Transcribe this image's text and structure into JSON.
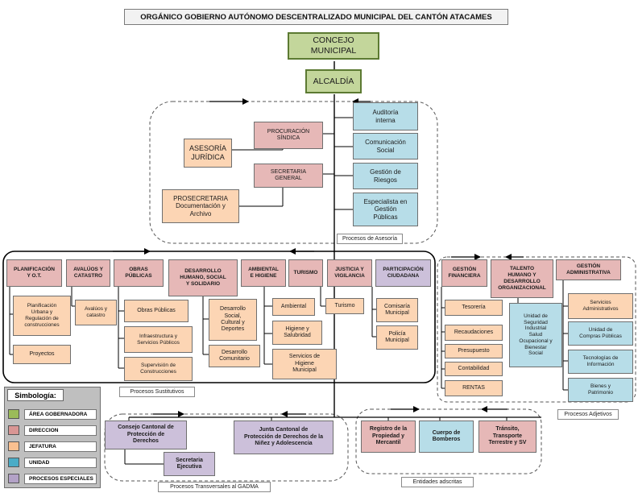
{
  "title": "ORGÁNICO  GOBIERNO AUTÓNOMO DESCENTRALIZADO MUNICIPAL DEL CANTÓN ATACAMES",
  "colors": {
    "area_gobernadora": "#c3d69b",
    "direccion": "#e6b8b7",
    "jefatura": "#fcd5b4",
    "unidad": "#b7dde8",
    "procesos_especiales": "#ccc0da"
  },
  "governing": {
    "concejo": "CONCEJO MUNICIPAL",
    "alcaldia": "ALCALDÍA"
  },
  "asesoria": {
    "procuracion": "PROCURACIÓN\nSÍNDICA",
    "asesoria_juridica": "ASESORÍA\nJURÍDICA",
    "secretaria": "SECRETARIA\nGENERAL",
    "prosecretaria": "PROSECRETARIA\nDocumentación y\nArchivo",
    "auditoria": "Auditoría\ninterna",
    "comunicacion": "Comunicación\nSocial",
    "gestion_riesgos": "Gestión de\nRiesgos",
    "especialista": "Especialista en\nGestión\nPúblicas",
    "label": "Procesos de Asesoría"
  },
  "sustantivos": {
    "label": "Procesos Sustitutivos",
    "directions": [
      "PLANIFICACIÓN\nY O.T.",
      "AVALÚOS Y\nCATASTRO",
      "OBRAS\nPÚBLICAS",
      "DESARROLLO\nHUMANO, SOCIAL\nY SOLIDARIO",
      "AMBIENTAL\nE HIGIENE",
      "TURISMO",
      "JUSTICIA Y\nVIGILANCIA",
      "PARTICIPACIÓN\nCIUDADANA"
    ],
    "units": {
      "planificacion_urbana": "Planificación\nUrbana y\nRegulación de\nconstrucciones",
      "proyectos": "Proyectos",
      "avaluos_catastro": "Avalúos y\ncatastro",
      "obras_publicas": "Obras Públicas",
      "infraestructura": "Infraestructura y\nServicios Públicos",
      "supervision": "Supervisión de\nConstrucciones",
      "desarrollo_social": "Desarrollo\nSocial,\nCultural y\nDeportes",
      "desarrollo_comunitario": "Desarrollo\nComunitario",
      "ambiental": "Ambiental",
      "higiene": "Higiene y\nSalubridad",
      "servicios_higiene": "Servicios de\nHigiene\nMunicipal",
      "turismo": "Turismo",
      "comisaria": "Comisaría\nMunicipal",
      "policia": "Policía\nMunicipal"
    }
  },
  "adjetivos": {
    "label": "Procesos Adjetivos",
    "directions": [
      "GESTIÓN\nFINANCIERA",
      "TALENTO\nHUMANO Y\nDESARROLLO\nORGANIZACIONAL",
      "GESTIÓN\nADMINISTRATIVA"
    ],
    "units": {
      "tesoreria": "Tesorería",
      "recaudaciones": "Recaudaciones",
      "presupuesto": "Presupuesto",
      "contabilidad": "Contabilidad",
      "rentas": "RENTAS",
      "seguridad": "Unidad de\nSeguridad\nIndustrial\nSalud\nOcupacional y\nBienestar\nSocial",
      "servicios_admin": "Servicios\nAdministrativos",
      "compras": "Unidad de\nCompras Públicas",
      "tecnologias": "Tecnologías de\nInformación",
      "bienes": "Bienes y\nPatrimonio"
    }
  },
  "transversales": {
    "label": "Procesos Transversales al GADMA",
    "consejo": "Consejo Cantonal de\nProtección de\nDerechos",
    "secretaria_ejecutiva": "Secretaria\nEjecutiva",
    "junta": "Junta Cantonal de\nProtección de Derechos de la\nNiñez y Adolescencia"
  },
  "adscritas": {
    "label": "Entidades adscritas",
    "registro": "Registro de la\nPropiedad y\nMercantil",
    "bomberos": "Cuerpo de\nBomberos",
    "transito": "Tránsito,\nTransporte\nTerrestre y SV"
  },
  "legend": {
    "title": "Simbología:",
    "items": [
      {
        "label": "ÁREA GOBERNADORA",
        "color": "#9bbb59"
      },
      {
        "label": "DIRECCION",
        "color": "#d99694"
      },
      {
        "label": "JEFATURA",
        "color": "#fac090"
      },
      {
        "label": "UNIDAD",
        "color": "#4bacc6"
      },
      {
        "label": "PROCESOS ESPECIALES",
        "color": "#b3a2c7"
      }
    ]
  }
}
